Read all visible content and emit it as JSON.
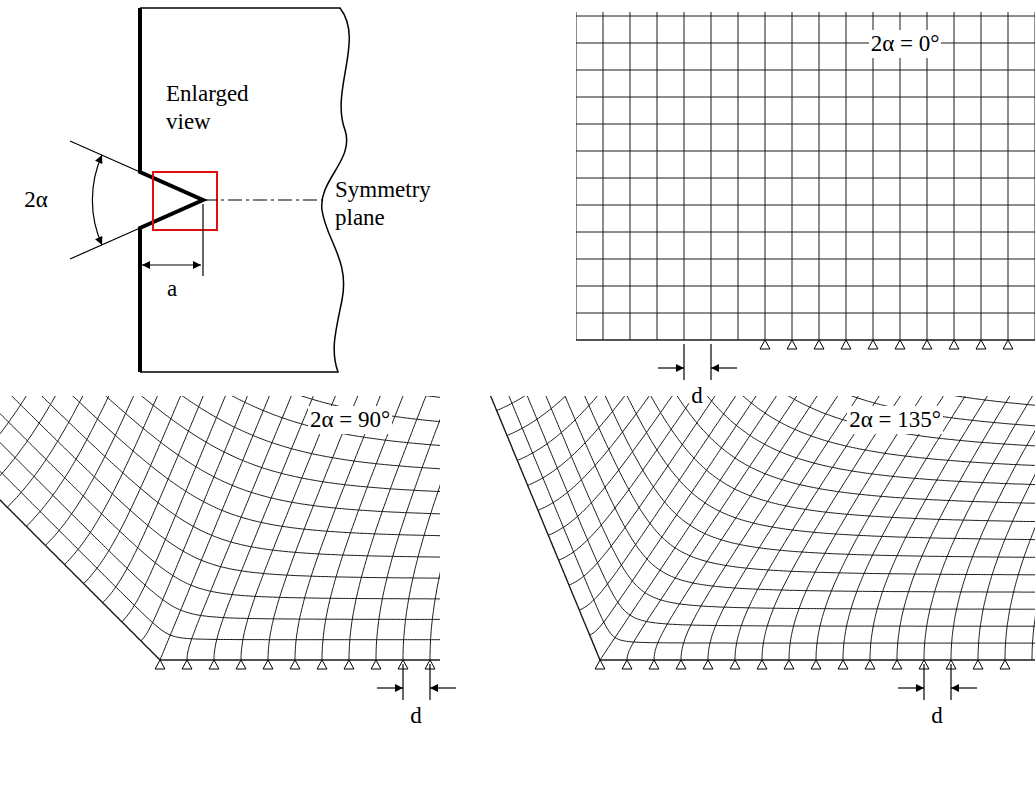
{
  "diagram": {
    "labels": [
      "Enlarged view",
      "2α",
      "a",
      "Symmetry plane",
      "2α = 0°",
      "d",
      "2α = 90°",
      "d",
      "2α = 135°",
      "d"
    ]
  }
}
